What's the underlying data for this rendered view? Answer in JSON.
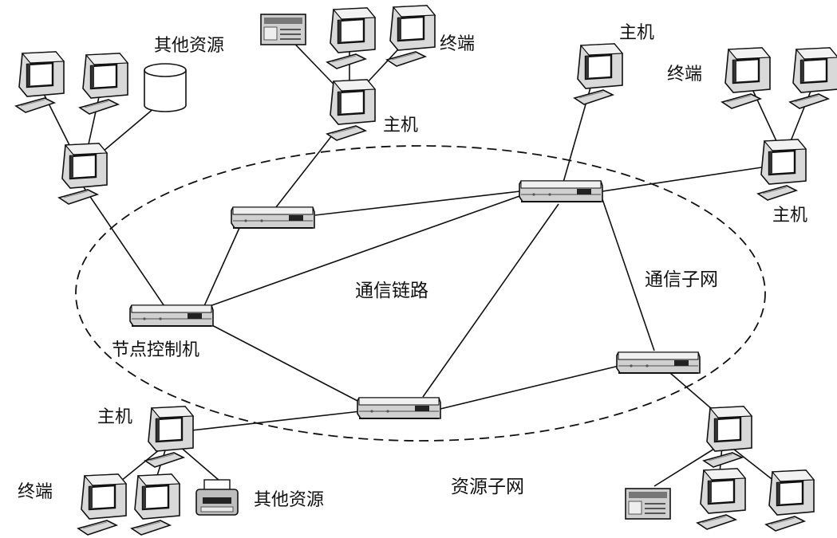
{
  "labels": {
    "other_resources_top": "其他资源",
    "terminal_top": "终端",
    "host_top_center": "主机",
    "host_top_right": "主机",
    "terminal_right": "终端",
    "host_right": "主机",
    "comm_link": "通信链路",
    "comm_subnet": "通信子网",
    "node_controller": "节点控制机",
    "host_bottom_left": "主机",
    "terminal_bottom_left": "终端",
    "other_resources_bottom": "其他资源",
    "resource_subnet": "资源子网"
  }
}
